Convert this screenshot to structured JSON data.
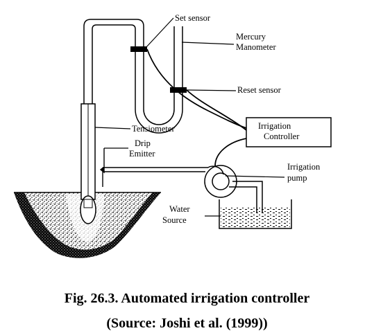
{
  "labels": {
    "set_sensor": "Set sensor",
    "mercury_manometer_line1": "Mercury",
    "mercury_manometer_line2": "Manometer",
    "reset_sensor": "Reset sensor",
    "tensiometer": "Tensiometer",
    "irrigation_controller_line1": "Irrigation",
    "irrigation_controller_line2": "Controller",
    "drip_emitter_line1": "Drip",
    "drip_emitter_line2": "Emitter",
    "irrigation_pump_line1": "Irrigation",
    "irrigation_pump_line2": "pump",
    "water_source_line1": "Water",
    "water_source_line2": "Source"
  },
  "caption": {
    "line1": "Fig. 26.3. Automated irrigation controller",
    "line2": "(Source: Joshi et al. (1999))"
  },
  "colors": {
    "ink": "#000000",
    "paper": "#ffffff"
  }
}
